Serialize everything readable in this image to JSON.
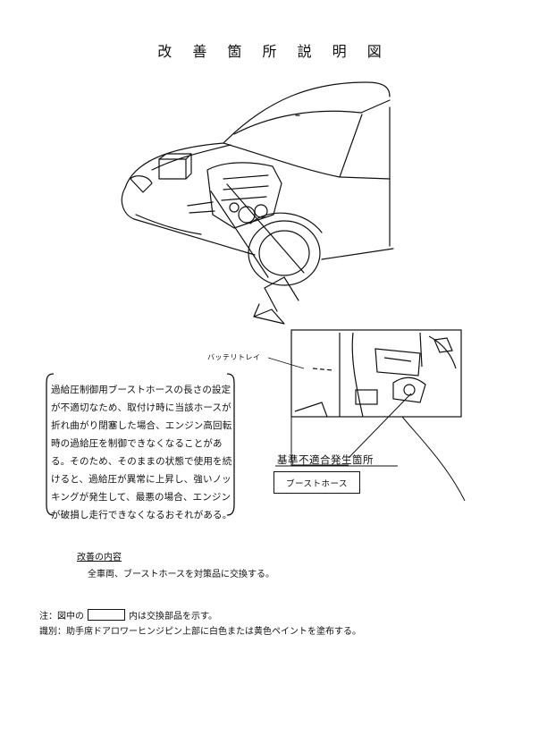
{
  "document": {
    "title": "改 善 箇 所 説 明 図"
  },
  "callout": {
    "lines": [
      "過給圧制御用ブーストホースの長さの設定",
      "が不適切なため、取付け時に当該ホースが",
      "折れ曲がり閉塞した場合、エンジン高回転",
      "時の過給圧を制御できなくなることがあ",
      "る。そのため、そのままの状態で使用を続",
      "けると、過給圧が異常に上昇し、強いノッ",
      "キングが発生して、最悪の場合、エンジン",
      "が破損し走行できなくなるおそれがある。"
    ]
  },
  "labels": {
    "battery_tray": "バッテリトレイ",
    "defect_location": "基準不適合発生箇所",
    "boost_hose": "ブーストホース"
  },
  "improvement": {
    "heading": "改善の内容",
    "body": "全車両、ブーストホースを対策品に交換する。"
  },
  "notes": {
    "note_prefix": "注：図中の",
    "note_suffix": "内は交換部品を示す。",
    "identification": "識別：助手席ドアロワーヒンジピン上部に白色または黄色ペイントを塗布する。"
  }
}
